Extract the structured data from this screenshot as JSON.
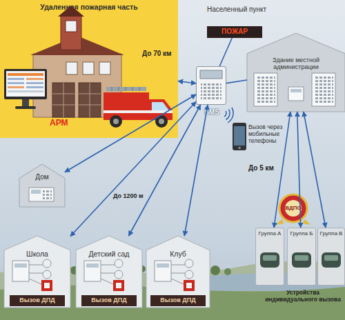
{
  "diagram": {
    "nodes": [
      {
        "text": [
          "Удаленная пожарная часть"
        ]
      },
      {
        "text": [
          "АРМ"
        ],
        "in": 0
      },
      {
        "text": [
          "ПОЖАР"
        ]
      },
      {
        "text": [
          "Здание местной администрации"
        ]
      },
      {
        "text": [
          "SMS"
        ]
      },
      {
        "text": [
          "Вызов через мобильные телефоны"
        ]
      },
      {
        "text": [
          "Дом"
        ]
      },
      {
        "text": [
          "Школа"
        ]
      },
      {
        "text": [
          "Вызов ДПД"
        ],
        "in": 7
      },
      {
        "text": [
          "Детский сад"
        ]
      },
      {
        "text": [
          "Вызов ДПД"
        ],
        "in": 9
      },
      {
        "text": [
          "Клуб"
        ]
      },
      {
        "text": [
          "Вызов ДПД"
        ],
        "in": 11
      },
      {
        "text": [
          "Группа А"
        ]
      },
      {
        "text": [
          "Группа Б"
        ]
      },
      {
        "text": [
          "Группа В"
        ]
      }
    ],
    "edges": [
      {
        "from": 4,
        "to": 0,
        "arrow": "both",
        "label": "До 70 км"
      },
      {
        "from": 4,
        "to": 2,
        "arrow": "none"
      },
      {
        "from": 4,
        "to": 3,
        "arrow": "none"
      },
      {
        "from": 4,
        "to": 6,
        "arrow": "both",
        "label": "До 1200 м"
      },
      {
        "from": 4,
        "to": 7,
        "arrow": "both"
      },
      {
        "from": 4,
        "to": 9,
        "arrow": "both"
      },
      {
        "from": 4,
        "to": 11,
        "arrow": "both"
      },
      {
        "from": 3,
        "to": 13,
        "arrow": "both",
        "label": "До 5 км"
      },
      {
        "from": 3,
        "to": 14,
        "arrow": "both"
      },
      {
        "from": 3,
        "to": 15,
        "arrow": "both"
      }
    ],
    "labels": [
      "Населенный пункт",
      "ВДПО",
      "Устройства индивидуального вызова"
    ]
  }
}
